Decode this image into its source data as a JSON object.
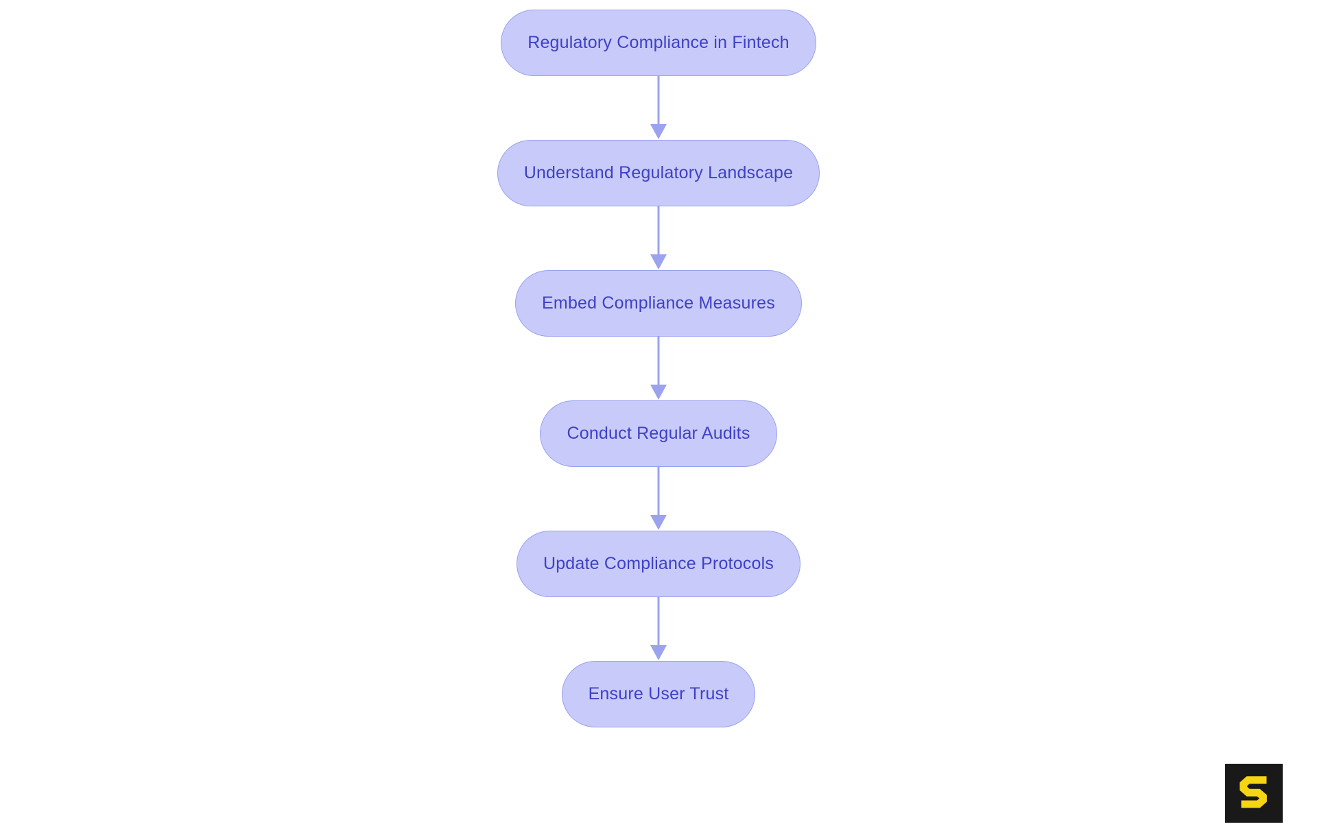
{
  "diagram": {
    "type": "flowchart",
    "direction": "top-down",
    "nodes": [
      {
        "label": "Regulatory Compliance in Fintech"
      },
      {
        "label": "Understand Regulatory Landscape"
      },
      {
        "label": "Embed Compliance Measures"
      },
      {
        "label": "Conduct Regular Audits"
      },
      {
        "label": "Update Compliance Protocols"
      },
      {
        "label": "Ensure User Trust"
      }
    ],
    "edges": [
      {
        "from": "Regulatory Compliance in Fintech",
        "to": "Understand Regulatory Landscape"
      },
      {
        "from": "Understand Regulatory Landscape",
        "to": "Embed Compliance Measures"
      },
      {
        "from": "Embed Compliance Measures",
        "to": "Conduct Regular Audits"
      },
      {
        "from": "Conduct Regular Audits",
        "to": "Update Compliance Protocols"
      },
      {
        "from": "Update Compliance Protocols",
        "to": "Ensure User Trust"
      }
    ]
  },
  "colors": {
    "background": "#ffffff",
    "node_fill": "#c8cafa",
    "node_border": "#99a1f0",
    "node_text": "#3e41c4",
    "arrow": "#9ba2ee",
    "logo_background": "#191919",
    "logo_glyph": "#f6d513"
  },
  "logo": {
    "glyph": "S"
  }
}
